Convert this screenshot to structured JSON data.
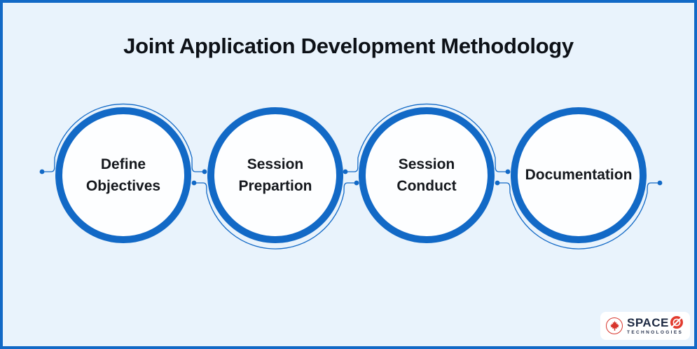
{
  "title": "Joint Application Development Methodology",
  "steps": [
    {
      "label": "Define\nObjectives"
    },
    {
      "label": "Session\nPrepartion"
    },
    {
      "label": "Session\nConduct"
    },
    {
      "label": "Documentation"
    }
  ],
  "logo": {
    "brand": "SPACE",
    "subtitle": "TECHNOLOGIES"
  },
  "icons": {
    "maple_leaf": "maple-leaf",
    "o_slash": "o-with-slash"
  },
  "colors": {
    "accent_blue": "#1269c6",
    "background": "#e9f3fc",
    "frame_border": "#1269c6",
    "circle_fill": "#fdfeff",
    "text_dark": "#15181d",
    "logo_red": "#e23b2e",
    "logo_navy": "#1d2942"
  }
}
